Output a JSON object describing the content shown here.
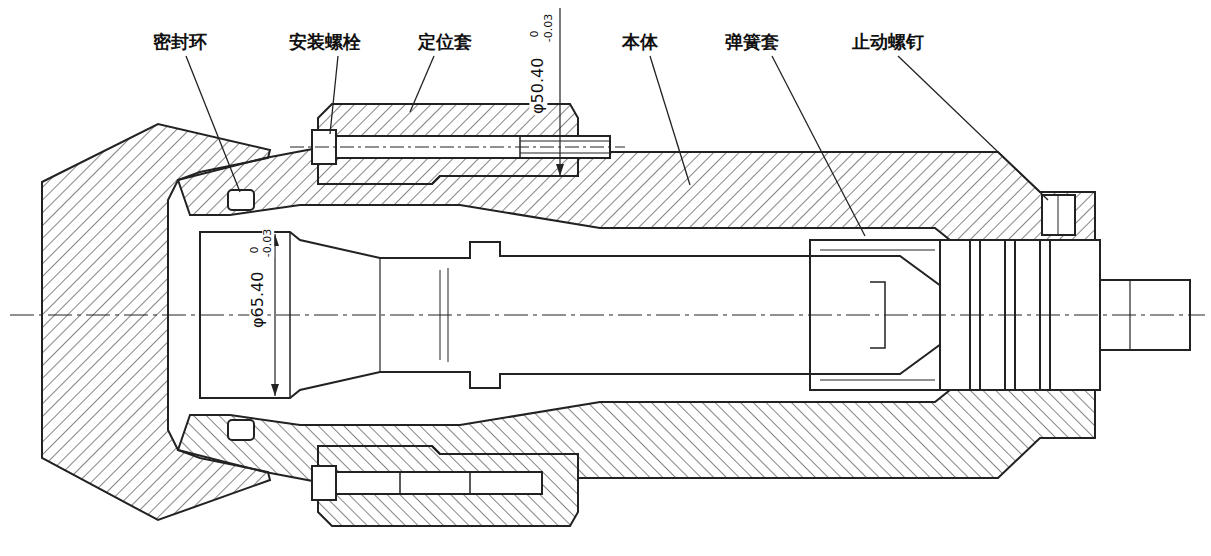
{
  "diagram": {
    "labels": [
      "密封环",
      "安装螺栓",
      "定位套",
      "本体",
      "弹簧套",
      "止动螺钉",
      "φ50.40",
      "0",
      "-0.03",
      "φ65.40",
      "0",
      "-0.03"
    ]
  }
}
